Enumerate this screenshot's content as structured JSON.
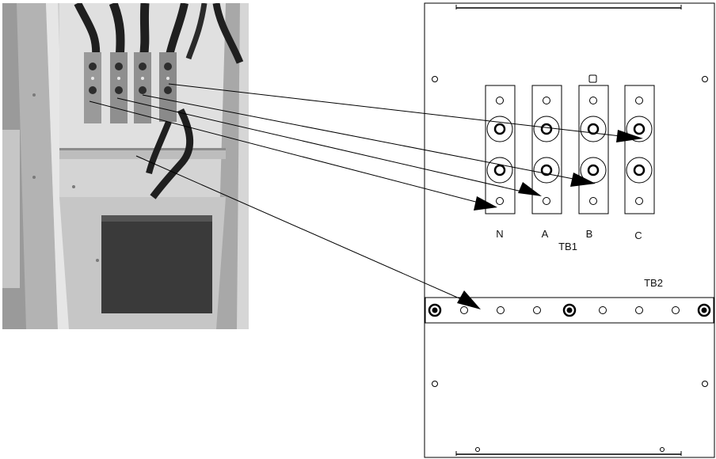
{
  "terminal_block_1": {
    "label": "TB1",
    "bus_labels": [
      "N",
      "A",
      "B",
      "C"
    ]
  },
  "terminal_block_2": {
    "label": "TB2"
  },
  "colors": {
    "line": "#000000",
    "panel_fill": "#ffffff",
    "photo_cabinet": "#d9d9d9",
    "photo_shadow": "#6f6f6f",
    "floor_pad": "#3a3a3a",
    "cable": "#1f1f1f"
  }
}
